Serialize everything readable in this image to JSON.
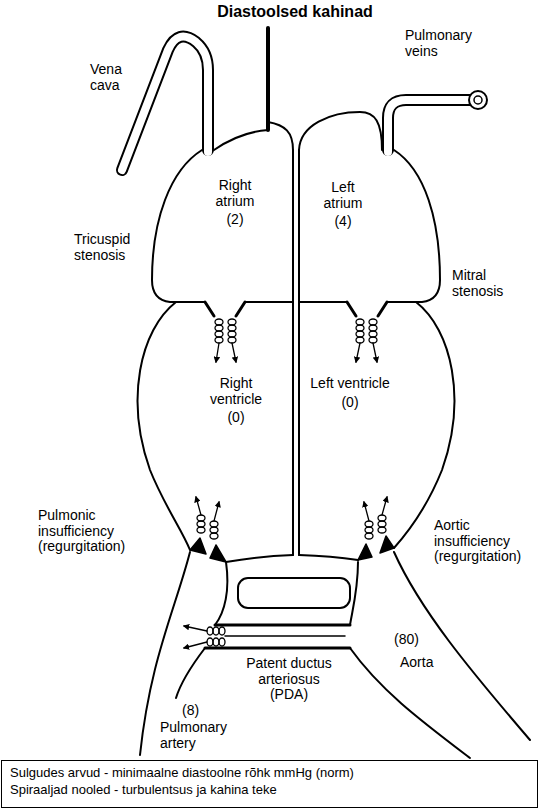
{
  "diagram": {
    "title": "Diastoolsed kahinad",
    "nodes": [
      {
        "text": [
          "Right atrium",
          "(2)"
        ]
      },
      {
        "text": [
          "Left atrium",
          "(4)"
        ]
      },
      {
        "text": [
          "Right ventricle",
          "(0)"
        ]
      },
      {
        "text": [
          "Left ventricle",
          "(0)"
        ]
      }
    ],
    "labels": [
      "Pulmonary veins",
      "Vena cava",
      "Tricuspid stenosis",
      "Mitral stenosis",
      "Pulmonic insufficiency (regurgitation)",
      "Aortic insufficiency (regurgitation)",
      "(80)",
      "Aorta",
      "Patent ductus arteriosus (PDA)",
      "(8)",
      "Pulmonary artery"
    ],
    "legend": [
      {
        "text": "Sulgudes arvud - minimaalne diastoolne rõhk mmHg (norm)"
      },
      {
        "text": "Spiraaljad nooled - turbulentsus ja kahina teke"
      }
    ]
  }
}
